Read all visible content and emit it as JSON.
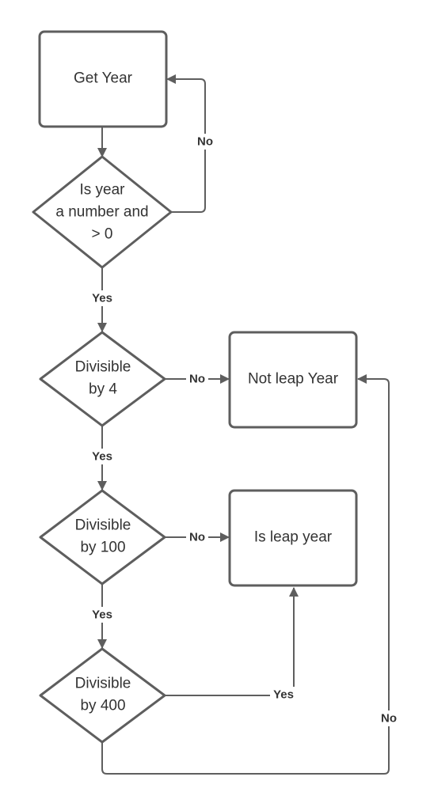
{
  "nodes": {
    "get_year": {
      "shape": "rectangle",
      "lines": [
        "Get Year"
      ]
    },
    "is_number": {
      "shape": "diamond",
      "lines": [
        "Is year",
        "a number and",
        "> 0"
      ]
    },
    "div4": {
      "shape": "diamond",
      "lines": [
        "Divisible",
        "by 4"
      ]
    },
    "div100": {
      "shape": "diamond",
      "lines": [
        "Divisible",
        "by 100"
      ]
    },
    "div400": {
      "shape": "diamond",
      "lines": [
        "Divisible",
        "by 400"
      ]
    },
    "not_leap": {
      "shape": "rectangle",
      "lines": [
        "Not leap Year"
      ]
    },
    "is_leap": {
      "shape": "rectangle",
      "lines": [
        "Is leap year"
      ]
    }
  },
  "edges": [
    {
      "id": "getyear-to-isnumber",
      "from": "get_year",
      "to": "is_number",
      "label": ""
    },
    {
      "id": "isnumber-no",
      "from": "is_number",
      "to": "get_year",
      "label": "No"
    },
    {
      "id": "isnumber-yes",
      "from": "is_number",
      "to": "div4",
      "label": "Yes"
    },
    {
      "id": "div4-no",
      "from": "div4",
      "to": "not_leap",
      "label": "No"
    },
    {
      "id": "div4-yes",
      "from": "div4",
      "to": "div100",
      "label": "Yes"
    },
    {
      "id": "div100-no",
      "from": "div100",
      "to": "is_leap",
      "label": "No"
    },
    {
      "id": "div100-yes",
      "from": "div100",
      "to": "div400",
      "label": "Yes"
    },
    {
      "id": "div400-yes",
      "from": "div400",
      "to": "is_leap",
      "label": "Yes"
    },
    {
      "id": "div400-no",
      "from": "div400",
      "to": "not_leap",
      "label": "No"
    }
  ],
  "colors": {
    "stroke": "#5e5e5e",
    "text": "#333333",
    "background": "#ffffff"
  }
}
